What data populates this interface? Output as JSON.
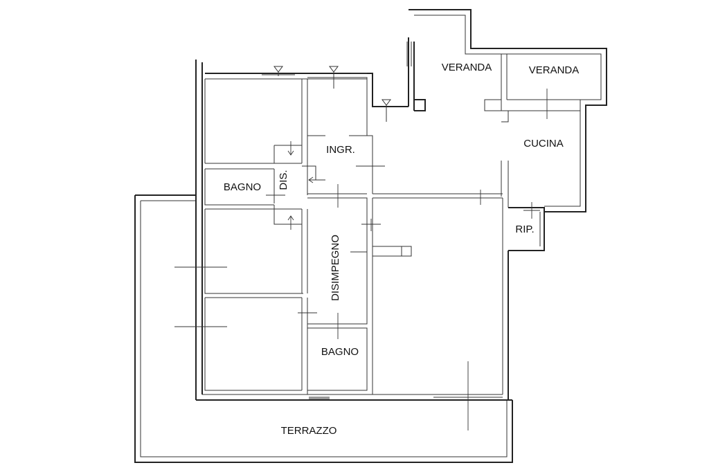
{
  "rooms": {
    "veranda_left": "VERANDA",
    "veranda_right": "VERANDA",
    "cucina": "CUCINA",
    "ingresso": "INGR.",
    "bagno_left": "BAGNO",
    "dis": "DIS.",
    "rip": "RIP.",
    "disimpegno": "DISIMPEGNO",
    "bagno_center": "BAGNO",
    "terrazzo": "TERRAZZO"
  }
}
